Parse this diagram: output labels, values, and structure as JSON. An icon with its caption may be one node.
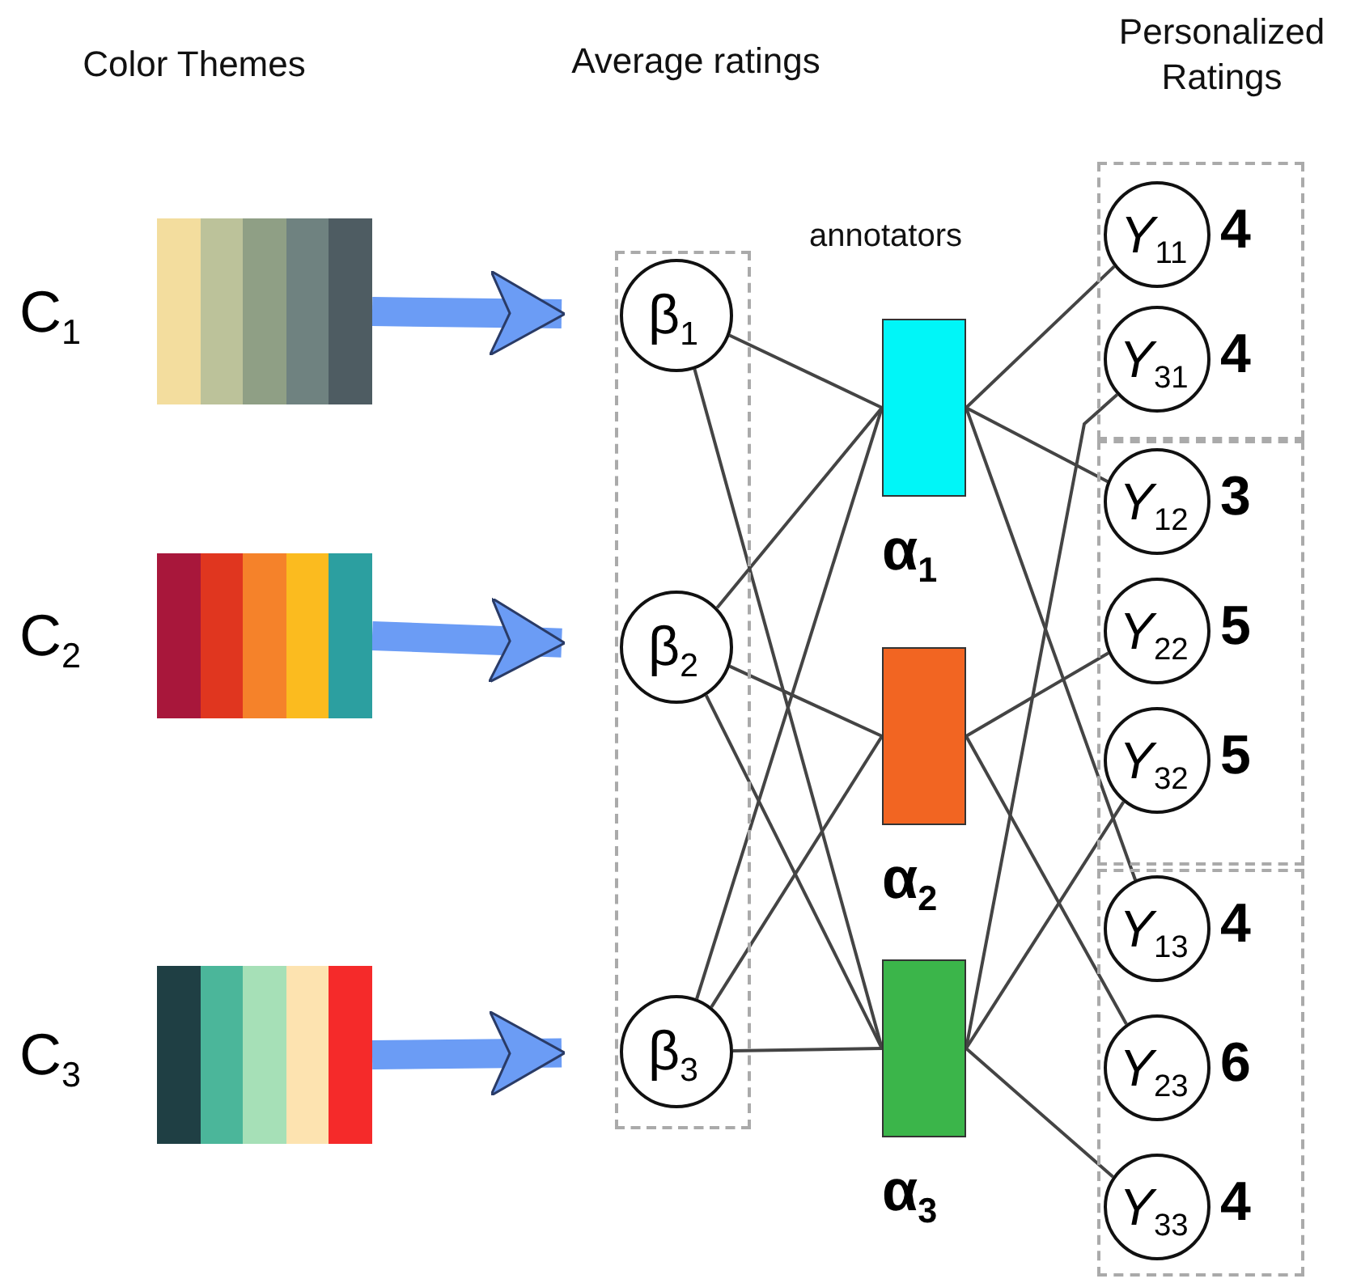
{
  "diagram": {
    "nodes": [
      {
        "text": [
          "C$_{1}$"
        ]
      },
      {
        "text": [
          "C$_{2}$"
        ]
      },
      {
        "text": [
          "C$_{3}$"
        ]
      },
      {
        "text": [],
        "shape": "box"
      },
      {
        "text": [
          "β$_{1}$"
        ],
        "in": 3
      },
      {
        "text": [
          "β$_{2}$"
        ],
        "in": 3
      },
      {
        "text": [
          "β$_{3}$"
        ],
        "in": 3
      },
      {
        "text": [
          "α$_{1}$"
        ]
      },
      {
        "text": [
          "α$_{2}$"
        ]
      },
      {
        "text": [
          "α$_{3}$"
        ]
      },
      {
        "text": [],
        "shape": "box"
      },
      {
        "text": [
          "*Y*$_{11}$"
        ],
        "in": 10,
        "beside": [
          "4"
        ]
      },
      {
        "text": [
          "*Y*$_{31}$"
        ],
        "in": 10,
        "beside": [
          "4"
        ]
      },
      {
        "text": [],
        "shape": "box"
      },
      {
        "text": [
          "*Y*$_{12}$"
        ],
        "in": 13,
        "beside": [
          "3"
        ]
      },
      {
        "text": [
          "*Y*$_{22}$"
        ],
        "in": 13,
        "beside": [
          "5"
        ]
      },
      {
        "text": [
          "*Y*$_{32}$"
        ],
        "in": 13,
        "beside": [
          "5"
        ]
      },
      {
        "text": [],
        "shape": "box"
      },
      {
        "text": [
          "*Y*$_{13}$"
        ],
        "in": 17,
        "beside": [
          "4"
        ]
      },
      {
        "text": [
          "*Y*$_{23}$"
        ],
        "in": 17,
        "beside": [
          "6"
        ]
      },
      {
        "text": [
          "*Y*$_{33}$"
        ],
        "in": 17,
        "beside": [
          "4"
        ]
      }
    ],
    "edges": [
      {
        "from": 0,
        "to": 4,
        "arrow": "to",
        "style": "thick",
        "color": "#6b9cf5"
      },
      {
        "from": 1,
        "to": 5,
        "arrow": "to",
        "style": "thick",
        "color": "#6b9cf5"
      },
      {
        "from": 2,
        "to": 6,
        "arrow": "to",
        "style": "thick",
        "color": "#6b9cf5"
      },
      {
        "from": 4,
        "to": 7,
        "arrow": "none"
      },
      {
        "from": 4,
        "to": 9,
        "arrow": "none"
      },
      {
        "from": 5,
        "to": 7,
        "arrow": "none"
      },
      {
        "from": 5,
        "to": 8,
        "arrow": "none"
      },
      {
        "from": 5,
        "to": 9,
        "arrow": "none"
      },
      {
        "from": 6,
        "to": 7,
        "arrow": "none"
      },
      {
        "from": 6,
        "to": 8,
        "arrow": "none"
      },
      {
        "from": 6,
        "to": 9,
        "arrow": "none"
      },
      {
        "from": 7,
        "to": 11,
        "arrow": "none"
      },
      {
        "from": 7,
        "to": 14,
        "arrow": "none"
      },
      {
        "from": 7,
        "to": 18,
        "arrow": "none"
      },
      {
        "from": 8,
        "to": 15,
        "arrow": "none"
      },
      {
        "from": 8,
        "to": 19,
        "arrow": "none"
      },
      {
        "from": 9,
        "to": 12,
        "arrow": "none"
      },
      {
        "from": 9,
        "to": 16,
        "arrow": "none"
      },
      {
        "from": 9,
        "to": 20,
        "arrow": "none"
      }
    ],
    "labels": [
      "Color Themes",
      "Average ratings",
      "Personalized Ratings",
      "annotators"
    ]
  }
}
